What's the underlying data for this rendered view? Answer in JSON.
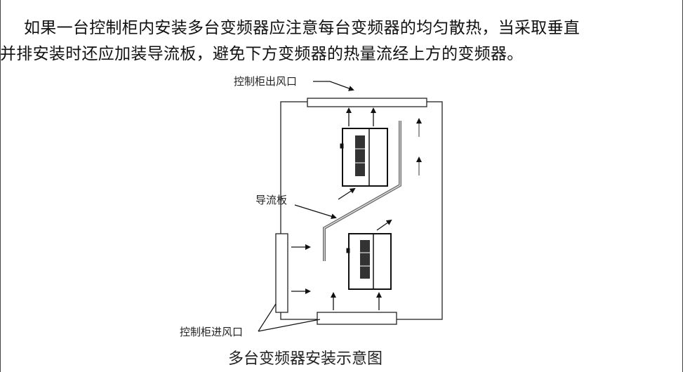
{
  "paragraph": {
    "line1": "如果一台控制柜内安装多台变频器应注意每台变频器的均匀散热，当采取垂直",
    "line2": "并排安装时还应加装导流板，避免下方变频器的热量流经上方的变频器。"
  },
  "diagram": {
    "outlet_label": "控制柜出风口",
    "baffle_label": "导流板",
    "inlet_label": "控制柜进风口",
    "caption": "多台变频器安装示意图"
  }
}
